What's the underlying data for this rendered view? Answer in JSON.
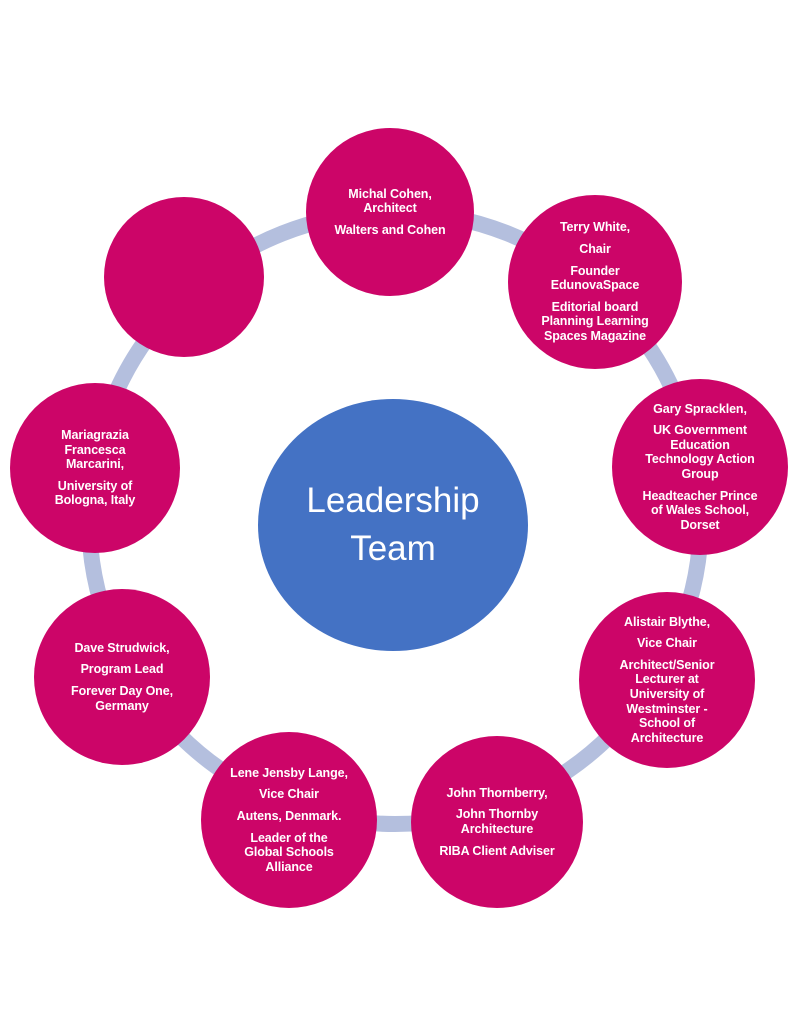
{
  "diagram": {
    "title": "Leadership Team",
    "center": {
      "label_lines": [
        "Leadership",
        "Team"
      ]
    },
    "colors": {
      "member_circle": "#CC0568",
      "center_circle": "#4472C4",
      "ring": "#B4BFDE",
      "text": "#FFFFFF"
    },
    "members": [
      {
        "id": "michal-cohen",
        "name": "Michal Cohen",
        "paragraphs": [
          [
            "Michal Cohen,",
            "Architect"
          ],
          [
            "Walters and Cohen"
          ]
        ]
      },
      {
        "id": "terry-white",
        "name": "Terry White",
        "paragraphs": [
          [
            "Terry White,"
          ],
          [
            "Chair"
          ],
          [
            "Founder",
            "EdunovaSpace"
          ],
          [
            "Editorial board",
            "Planning Learning",
            "Spaces Magazine"
          ]
        ]
      },
      {
        "id": "gary-spracklen",
        "name": "Gary Spracklen",
        "paragraphs": [
          [
            "Gary Spracklen,"
          ],
          [
            "UK Government",
            "Education",
            "Technology Action",
            "Group"
          ],
          [
            "Headteacher Prince",
            "of Wales School,",
            "Dorset"
          ]
        ]
      },
      {
        "id": "alistair-blythe",
        "name": "Alistair Blythe",
        "paragraphs": [
          [
            "Alistair Blythe,"
          ],
          [
            "Vice Chair"
          ],
          [
            "Architect/Senior",
            "Lecturer at",
            "University of",
            "Westminster -",
            "School of",
            "Architecture"
          ]
        ]
      },
      {
        "id": "john-thornberry",
        "name": "John Thornberry",
        "paragraphs": [
          [
            "John Thornberry,"
          ],
          [
            "John Thornby",
            "Architecture"
          ],
          [
            "RIBA Client Adviser"
          ]
        ]
      },
      {
        "id": "lene-jensby-lange",
        "name": "Lene Jensby Lange",
        "paragraphs": [
          [
            "Lene Jensby Lange,"
          ],
          [
            "Vice Chair"
          ],
          [
            "Autens, Denmark."
          ],
          [
            "Leader of the",
            "Global Schools",
            "Alliance"
          ]
        ]
      },
      {
        "id": "dave-strudwick",
        "name": "Dave Strudwick",
        "paragraphs": [
          [
            "Dave Strudwick,"
          ],
          [
            "Program Lead"
          ],
          [
            "Forever Day One,",
            "Germany"
          ]
        ]
      },
      {
        "id": "mariagrazia-marcarini",
        "name": "Mariagrazia Francesca Marcarini",
        "paragraphs": [
          [
            "Mariagrazia",
            "Francesca",
            "Marcarini,"
          ],
          [
            "University of",
            "Bologna, Italy"
          ]
        ]
      },
      {
        "id": "vacant",
        "name": "",
        "paragraphs": []
      }
    ]
  }
}
